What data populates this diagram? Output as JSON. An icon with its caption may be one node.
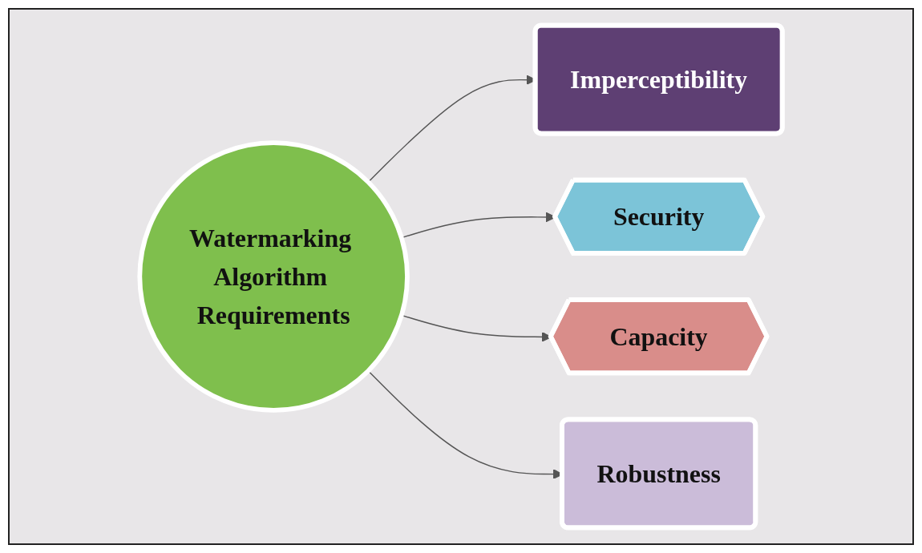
{
  "diagram": {
    "nodes": [
      {
        "text": [
          "Imperceptibility"
        ]
      },
      {
        "text": [
          "Security"
        ]
      },
      {
        "text": [
          "Watermarking Algorithm Requirements"
        ]
      },
      {
        "text": [
          "Capacity"
        ]
      },
      {
        "text": [
          "Robustness"
        ]
      }
    ],
    "edges": [
      {
        "from": 2,
        "to": 0,
        "arrow": "to"
      },
      {
        "from": 2,
        "to": 1,
        "arrow": "to"
      },
      {
        "from": 2,
        "to": 3,
        "arrow": "to"
      },
      {
        "from": 2,
        "to": 4,
        "arrow": "to"
      }
    ]
  }
}
